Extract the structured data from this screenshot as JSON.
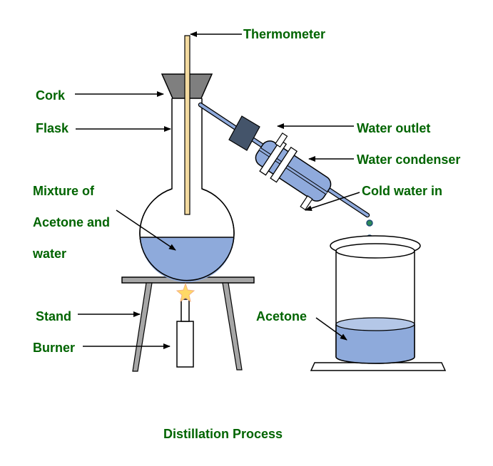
{
  "labels": {
    "thermometer": "Thermometer",
    "cork": "Cork",
    "flask": "Flask",
    "water_outlet": "Water outlet",
    "water_condenser": "Water condenser",
    "mixture_line1": "Mixture of",
    "mixture_line2": "Acetone and",
    "mixture_line3": "water",
    "cold_water_in": "Cold water in",
    "stand": "Stand",
    "burner": "Burner",
    "acetone": "Acetone"
  },
  "caption": "Distillation Process",
  "colors": {
    "label_text": "#006400",
    "liquid": "#8eaadb",
    "liquid_light": "#b4c7e7",
    "condenser": "#8faadc",
    "cork": "#7f7f7f",
    "thermometer": "#f4dba0",
    "stand": "#a6a6a6",
    "droplet": "#2e8b57",
    "funnel_dark": "#44546a"
  }
}
